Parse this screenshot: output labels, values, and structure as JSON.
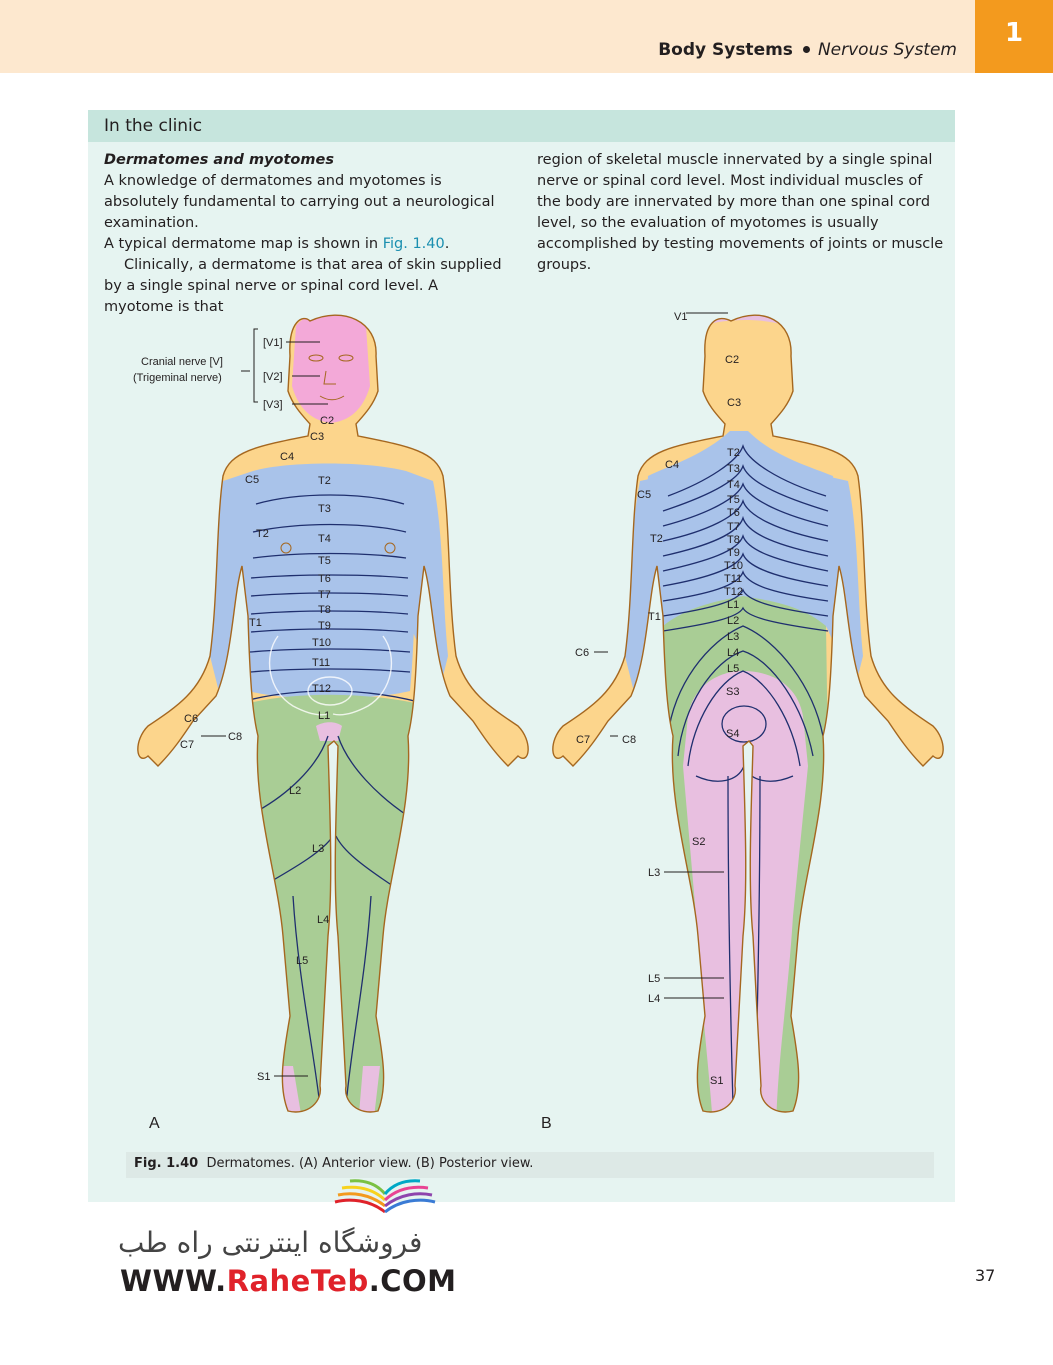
{
  "header": {
    "section": "Body Systems",
    "subsection": "Nervous System",
    "chapter_number": "1"
  },
  "box": {
    "title": "In the clinic",
    "subheading": "Dermatomes and myotomes",
    "left_p1": "A knowledge of dermatomes and myotomes is absolutely fundamental to carrying out a neurological examination.",
    "left_p1b_pre": "A typical dermatome map is shown in ",
    "left_p1b_link": "Fig. 1.40",
    "left_p1b_post": ".",
    "left_p2": "Clinically, a dermatome is that area of skin supplied by a single spinal nerve or spinal cord level. A myotome is that",
    "right_p": "region of skeletal muscle innervated by a single spinal nerve or spinal cord level. Most individual muscles of the body are innervated by more than one spinal cord level, so the evaluation of myotomes is usually accomplished by testing movements of joints or muscle groups."
  },
  "figure": {
    "caption_label": "Fig. 1.40",
    "caption_text": "Dermatomes. (A) Anterior view. (B) Posterior view.",
    "panel_a": "A",
    "panel_b": "B",
    "trigeminal_label_1": "Cranial nerve [V]",
    "trigeminal_label_2": "(Trigeminal nerve)",
    "anterior_labels": {
      "v1": "[V1]",
      "v2": "[V2]",
      "v3": "[V3]",
      "c2": "C2",
      "c3": "C3",
      "c4": "C4",
      "c5": "C5",
      "c6": "C6",
      "c7": "C7",
      "c8": "C8",
      "t1": "T1",
      "t2_arm": "T2",
      "t2": "T2",
      "t3": "T3",
      "t4": "T4",
      "t5": "T5",
      "t6": "T6",
      "t7": "T7",
      "t8": "T8",
      "t9": "T9",
      "t10": "T10",
      "t11": "T11",
      "t12": "T12",
      "l1": "L1",
      "l2": "L2",
      "l3": "L3",
      "l4": "L4",
      "l5": "L5",
      "s1": "S1"
    },
    "posterior_labels": {
      "v1": "V1",
      "c2": "C2",
      "c3": "C3",
      "c4": "C4",
      "c5": "C5",
      "c6": "C6",
      "c7": "C7",
      "c8": "C8",
      "t1": "T1",
      "t2_arm": "T2",
      "t2": "T2",
      "t3": "T3",
      "t4": "T4",
      "t5": "T5",
      "t6": "T6",
      "t7": "T7",
      "t8": "T8",
      "t9": "T9",
      "t10": "T10",
      "t11": "T11",
      "t12": "T12",
      "l1": "L1",
      "l2": "L2",
      "l3": "L3",
      "l4": "L4",
      "l5": "L5",
      "s2": "S2",
      "s3": "S3",
      "s4": "S4",
      "l3_leg": "L3",
      "l5_leg": "L5",
      "l4_leg": "L4",
      "s1": "S1"
    },
    "colors": {
      "cervical": "#fcd58c",
      "thoracic": "#a9c3ea",
      "lumbar": "#a9cd95",
      "sacral": "#e8bfe0",
      "trigeminal": "#f3a9d8",
      "outline": "#a5671f",
      "boundary": "#1f2f6e"
    }
  },
  "page_number": "37",
  "watermark": {
    "persian_text": "فروشگاه اینترنتی راه طب",
    "url_prefix": "WWW.",
    "url_brand": "RaheTeb",
    "url_suffix": ".COM"
  }
}
